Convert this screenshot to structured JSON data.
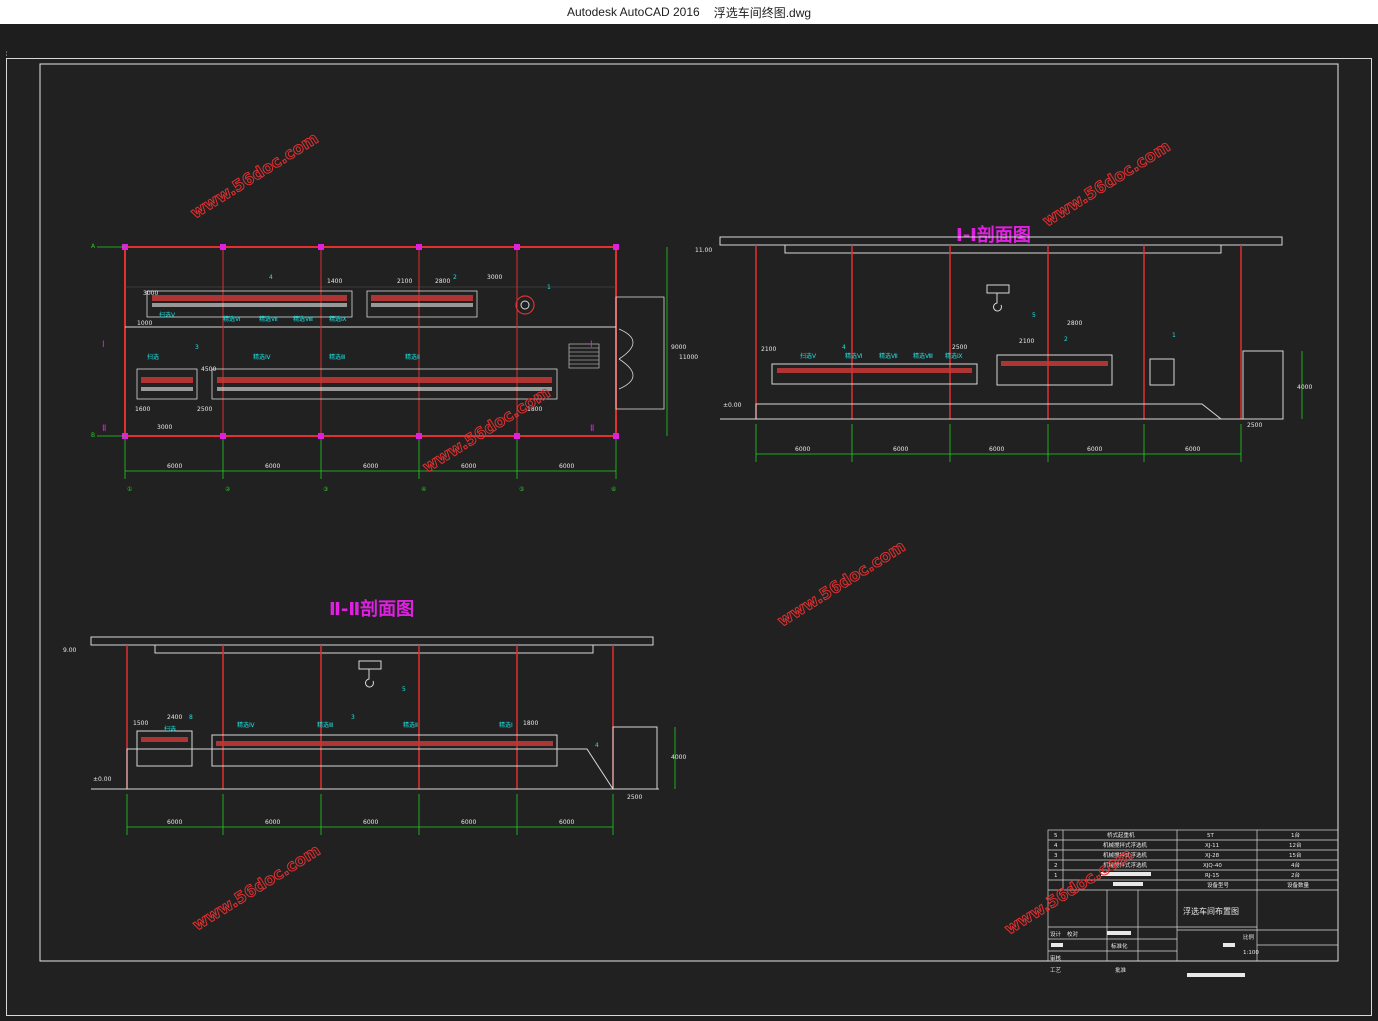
{
  "window": {
    "app": "Autodesk AutoCAD 2016",
    "file": "浮选车间终图.dwg"
  },
  "watermark": "www.56doc.com",
  "section_titles": {
    "s1": "Ⅰ-Ⅰ剖面图",
    "s2": "Ⅱ-Ⅱ剖面图"
  },
  "plan": {
    "axis_rows": [
      "A",
      "B"
    ],
    "section_marks": [
      "Ⅰ",
      "Ⅰ",
      "Ⅱ",
      "Ⅱ"
    ],
    "bay_dims": [
      "6000",
      "6000",
      "6000",
      "6000",
      "6000"
    ],
    "axis_cols": [
      "①",
      "②",
      "③",
      "④",
      "⑤",
      "⑥"
    ],
    "callouts": [
      "1",
      "2",
      "3",
      "4"
    ],
    "top_dims": [
      "1400",
      "2100",
      "2800"
    ],
    "side_dims": [
      "3000",
      "3000",
      "9000",
      "11000"
    ],
    "labels": [
      "扫选Ⅴ",
      "精选Ⅵ",
      "精选Ⅶ",
      "精选Ⅷ",
      "精选Ⅸ",
      "扫选",
      "精选Ⅳ",
      "精选Ⅲ",
      "精选Ⅱ"
    ],
    "small_dims": [
      "1000",
      "2500",
      "1600",
      "1800",
      "4500",
      "3000"
    ]
  },
  "section1": {
    "level_top": "11.00",
    "level_ground": "±0.00",
    "dims_bottom": [
      "6000",
      "6000",
      "6000",
      "6000",
      "6000"
    ],
    "callouts": [
      "1",
      "2",
      "4",
      "5"
    ],
    "labels": [
      "扫选Ⅴ",
      "精选Ⅵ",
      "精选Ⅶ",
      "精选Ⅷ",
      "精选Ⅸ"
    ],
    "dims": [
      "2100",
      "2800",
      "2100",
      "2500",
      "4000",
      "2500"
    ]
  },
  "section2": {
    "level_top": "9.00",
    "level_ground": "±0.00",
    "dims_bottom": [
      "6000",
      "6000",
      "6000",
      "6000",
      "6000"
    ],
    "callouts": [
      "5",
      "8",
      "3",
      "4"
    ],
    "labels": [
      "扫选",
      "精选Ⅳ",
      "精选Ⅲ",
      "精选Ⅱ",
      "精选Ⅰ"
    ],
    "dims": [
      "1500",
      "2400",
      "1800",
      "4000",
      "2500"
    ]
  },
  "title_block": {
    "rows": [
      {
        "no": "5",
        "name": "桥式起重机",
        "model": "5T",
        "qty": "1台"
      },
      {
        "no": "4",
        "name": "机械搅拌式浮选机",
        "model": "XJ-11",
        "qty": "12台"
      },
      {
        "no": "3",
        "name": "机械搅拌式浮选机",
        "model": "XJ-28",
        "qty": "15台"
      },
      {
        "no": "2",
        "name": "机械搅拌式浮选机",
        "model": "XJQ-40",
        "qty": "4台"
      },
      {
        "no": "1",
        "name": "",
        "model": "RJ-15",
        "qty": "2台"
      }
    ],
    "header": {
      "name": "",
      "model": "设备型号",
      "qty": "设备数量"
    },
    "drawing_title": "浮选车间布置图",
    "fields": [
      "设计",
      "校对",
      "标准化",
      "审核",
      "工艺",
      "批准",
      "比例",
      "1:100"
    ]
  }
}
